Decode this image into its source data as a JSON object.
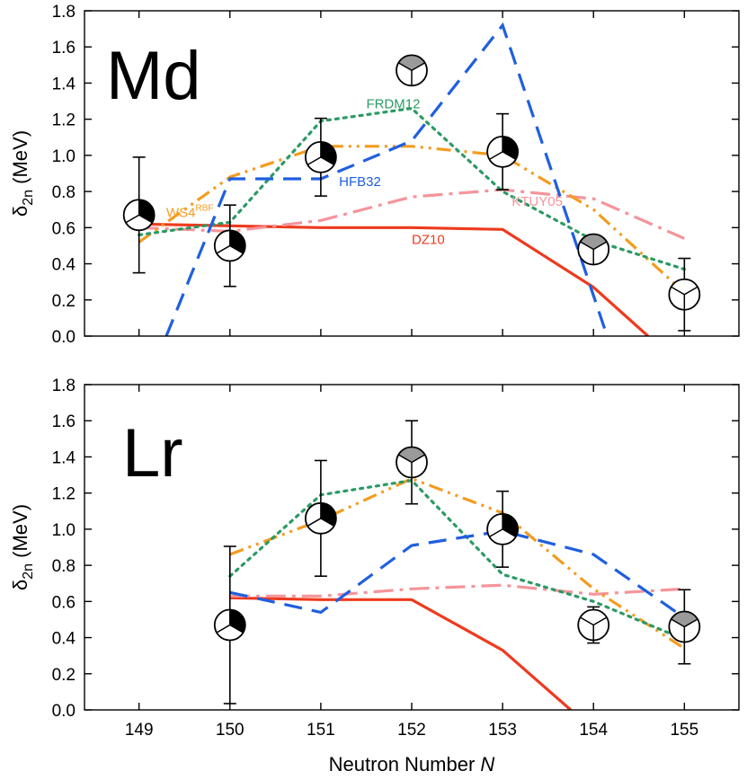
{
  "figure": {
    "xlabel": "Neutron Number N",
    "xlabel_main": "Neutron Number ",
    "xlabel_var": "N",
    "ylabel_main": "δ",
    "ylabel_sub": "2n",
    "ylabel_unit": " (MeV)"
  },
  "chart_data": [
    {
      "type": "line",
      "panel": "Md",
      "panel_label": "Md",
      "xlabel": "",
      "ylabel": "δ2n (MeV)",
      "xlim": [
        148.4,
        155.6
      ],
      "ylim": [
        0,
        1.8
      ],
      "xticks": [
        149,
        150,
        151,
        152,
        153,
        154,
        155
      ],
      "yticks": [
        0.0,
        0.2,
        0.4,
        0.6,
        0.8,
        1.0,
        1.2,
        1.4,
        1.6,
        1.8
      ],
      "ytick_labels": [
        "0.0",
        "0.2",
        "0.4",
        "0.6",
        "0.8",
        "1.0",
        "1.2",
        "1.4",
        "1.6",
        "1.8"
      ],
      "grid": false,
      "legend": "none",
      "series": [
        {
          "name": "DZ10",
          "label_text": "DZ10",
          "label_sup": "",
          "label_at": [
            152.0,
            0.51
          ],
          "color": "#ee3a1e",
          "style": "solid",
          "x": [
            149,
            150,
            151,
            152,
            153,
            154,
            154.6
          ],
          "y": [
            0.62,
            0.61,
            0.6,
            0.6,
            0.59,
            0.27,
            0.0
          ]
        },
        {
          "name": "KTUY05",
          "label_text": "KTUY05",
          "label_sup": "",
          "label_at": [
            153.1,
            0.72
          ],
          "color": "#f5949b",
          "style": "dashdot",
          "x": [
            149,
            150,
            151,
            152,
            153,
            154,
            155
          ],
          "y": [
            0.6,
            0.58,
            0.64,
            0.77,
            0.81,
            0.76,
            0.54
          ]
        },
        {
          "name": "WS4RBF",
          "label_text": "WS4",
          "label_sup": "RBF",
          "label_at": [
            149.3,
            0.66
          ],
          "color": "#f39c1f",
          "style": "dashdotdot",
          "x": [
            149,
            150,
            151,
            152,
            153,
            154,
            155
          ],
          "y": [
            0.52,
            0.88,
            1.05,
            1.05,
            1.0,
            0.7,
            0.24
          ]
        },
        {
          "name": "FRDM12",
          "label_text": "FRDM12",
          "label_sup": "",
          "label_at": [
            151.5,
            1.26
          ],
          "color": "#2b9a64",
          "style": "dotted",
          "x": [
            149,
            150,
            151,
            152,
            153,
            154,
            155
          ],
          "y": [
            0.56,
            0.63,
            1.19,
            1.26,
            0.8,
            0.53,
            0.37
          ]
        },
        {
          "name": "HFB32",
          "label_text": "HFB32",
          "label_sup": "",
          "label_at": [
            151.2,
            0.83
          ],
          "color": "#1f5fe0",
          "style": "dashed",
          "x": [
            149.3,
            150,
            151,
            152,
            153,
            154.15
          ],
          "y": [
            0.0,
            0.87,
            0.87,
            1.08,
            1.72,
            0.0
          ]
        }
      ],
      "points": {
        "x": [
          149,
          150,
          151,
          152,
          153,
          154,
          155
        ],
        "y": [
          0.67,
          0.5,
          0.99,
          1.47,
          1.02,
          0.48,
          0.23
        ],
        "yerr": [
          0.32,
          0.225,
          0.215,
          null,
          0.21,
          null,
          0.2
        ],
        "fill": [
          "black",
          "black",
          "black",
          "gray",
          "black",
          "gray",
          "none"
        ]
      }
    },
    {
      "type": "line",
      "panel": "Lr",
      "panel_label": "Lr",
      "xlabel": "Neutron Number N",
      "ylabel": "δ2n (MeV)",
      "xlim": [
        148.4,
        155.6
      ],
      "ylim": [
        0,
        1.8
      ],
      "xticks": [
        149,
        150,
        151,
        152,
        153,
        154,
        155
      ],
      "xtick_labels": [
        "149",
        "150",
        "151",
        "152",
        "153",
        "154",
        "155"
      ],
      "yticks": [
        0.0,
        0.2,
        0.4,
        0.6,
        0.8,
        1.0,
        1.2,
        1.4,
        1.6,
        1.8
      ],
      "ytick_labels": [
        "0.0",
        "0.2",
        "0.4",
        "0.6",
        "0.8",
        "1.0",
        "1.2",
        "1.4",
        "1.6",
        "1.8"
      ],
      "grid": false,
      "legend": "none",
      "series": [
        {
          "name": "DZ10",
          "color": "#ee3a1e",
          "style": "solid",
          "x": [
            150,
            151,
            152,
            153,
            153.75
          ],
          "y": [
            0.62,
            0.61,
            0.61,
            0.33,
            0.0
          ]
        },
        {
          "name": "KTUY05",
          "color": "#f5949b",
          "style": "dashdot",
          "x": [
            150,
            151,
            152,
            153,
            154,
            155
          ],
          "y": [
            0.63,
            0.63,
            0.67,
            0.69,
            0.64,
            0.67
          ]
        },
        {
          "name": "WS4RBF",
          "color": "#f39c1f",
          "style": "dashdotdot",
          "x": [
            150,
            151,
            152,
            153,
            154,
            155
          ],
          "y": [
            0.86,
            1.05,
            1.28,
            1.09,
            0.67,
            0.34
          ]
        },
        {
          "name": "FRDM12",
          "color": "#2b9a64",
          "style": "dotted",
          "x": [
            150,
            151,
            152,
            153,
            154,
            155
          ],
          "y": [
            0.74,
            1.19,
            1.27,
            0.75,
            0.6,
            0.39
          ]
        },
        {
          "name": "HFB32",
          "color": "#1f5fe0",
          "style": "dashed",
          "x": [
            150,
            151,
            152,
            153,
            154,
            155
          ],
          "y": [
            0.65,
            0.54,
            0.91,
            0.99,
            0.86,
            0.51
          ]
        }
      ],
      "points": {
        "x": [
          150,
          151,
          152,
          153,
          154,
          155
        ],
        "y": [
          0.47,
          1.06,
          1.37,
          1.0,
          0.47,
          0.46
        ],
        "yerr": [
          0.435,
          0.32,
          0.23,
          0.21,
          0.1,
          0.205
        ],
        "fill": [
          "black",
          "black",
          "gray",
          "black",
          "none",
          "gray"
        ]
      }
    }
  ]
}
